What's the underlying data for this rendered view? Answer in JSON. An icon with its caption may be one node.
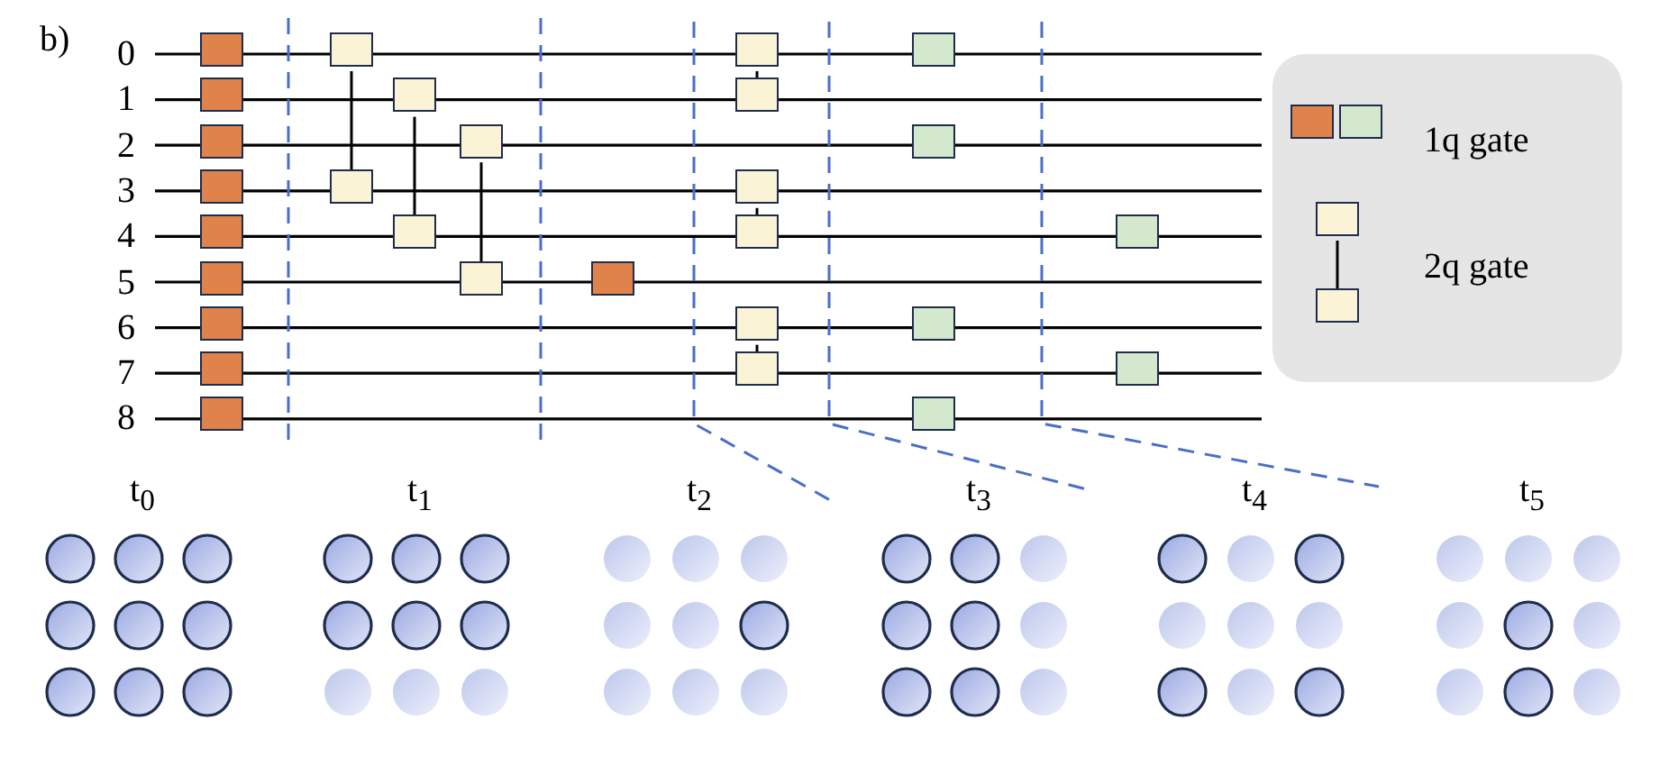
{
  "diagram": {
    "nodes": [
      {
        "text": [],
        "shape": "box"
      },
      {
        "text": [],
        "shape": "box"
      },
      {
        "text": [],
        "shape": "box"
      },
      {
        "text": [],
        "shape": "box"
      },
      {
        "text": [],
        "shape": "box"
      },
      {
        "text": [],
        "shape": "box"
      },
      {
        "text": [],
        "shape": "box"
      },
      {
        "text": [],
        "shape": "box"
      },
      {
        "text": [],
        "shape": "box"
      },
      {
        "text": [],
        "shape": "box"
      },
      {
        "text": [],
        "shape": "box"
      },
      {
        "text": [],
        "shape": "box"
      },
      {
        "text": [],
        "shape": "box"
      },
      {
        "text": [],
        "shape": "box"
      },
      {
        "text": [],
        "shape": "box"
      },
      {
        "text": [],
        "shape": "box"
      },
      {
        "text": [],
        "shape": "box"
      },
      {
        "text": [],
        "shape": "box"
      },
      {
        "text": [],
        "shape": "box"
      },
      {
        "text": [],
        "shape": "box"
      },
      {
        "text": [],
        "shape": "box"
      },
      {
        "text": [],
        "shape": "box"
      },
      {
        "text": [],
        "shape": "box"
      },
      {
        "text": [],
        "shape": "box"
      },
      {
        "text": [],
        "shape": "box"
      },
      {
        "text": [],
        "shape": "box"
      },
      {
        "text": [],
        "shape": "box"
      },
      {
        "text": [],
        "shape": "box"
      },
      {
        "text": [],
        "shape": "box"
      },
      {
        "text": [],
        "shape": "box"
      },
      {
        "text": [],
        "shape": "box"
      },
      {
        "text": [],
        "shape": "box"
      }
    ],
    "edges": [
      {
        "from": 9,
        "to": 10,
        "arrow": "none"
      },
      {
        "from": 11,
        "to": 12,
        "arrow": "none"
      },
      {
        "from": 13,
        "to": 14,
        "arrow": "none"
      },
      {
        "from": 16,
        "to": 17,
        "arrow": "none"
      },
      {
        "from": 18,
        "to": 19,
        "arrow": "none"
      },
      {
        "from": 20,
        "to": 21,
        "arrow": "none"
      },
      {
        "from": 30,
        "to": 31,
        "arrow": "none"
      }
    ],
    "labels": [
      "b)",
      "0",
      "1",
      "2",
      "3",
      "4",
      "5",
      "6",
      "7",
      "8",
      "t$_{0}$",
      "t$_{1}$",
      "t$_{2}$",
      "t$_{3}$",
      "t$_{4}$",
      "t$_{5}$"
    ],
    "legend": [
      {
        "text": "1q gate"
      },
      {
        "text": "2q gate"
      }
    ]
  }
}
